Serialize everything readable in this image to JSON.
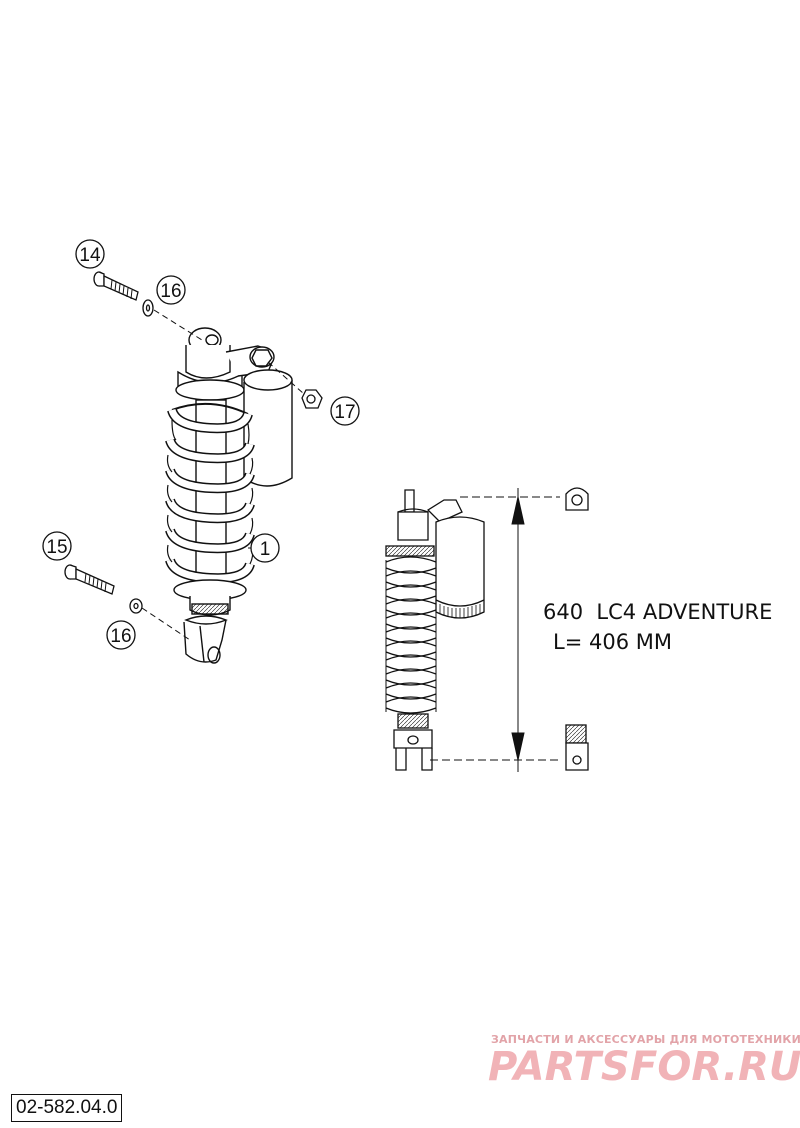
{
  "callouts": [
    {
      "id": "c14",
      "label": "14"
    },
    {
      "id": "c16a",
      "label": "16"
    },
    {
      "id": "c17",
      "label": "17"
    },
    {
      "id": "c1",
      "label": "1"
    },
    {
      "id": "c15",
      "label": "15"
    },
    {
      "id": "c16b",
      "label": "16"
    }
  ],
  "spec": {
    "model": "640  LC4 ADVENTURE",
    "length": "L= 406 MM"
  },
  "watermark": {
    "tagline": "ЗАПЧАСТИ И АКСЕССУАРЫ ДЛЯ МОТОТЕХНИКИ",
    "logo_left": "PARTS",
    "logo_right": "FOR.RU"
  },
  "part_code": "02-582.04.0",
  "colors": {
    "line": "#111111",
    "watermark": "#f1b3b7"
  }
}
